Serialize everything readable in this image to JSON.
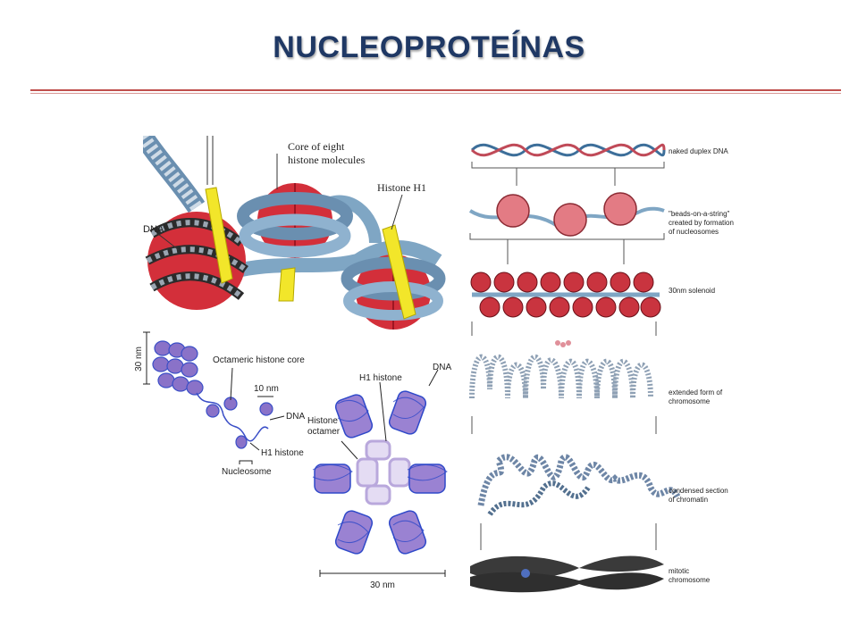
{
  "slide": {
    "title": "NUCLEOPROTEÍNAS"
  },
  "panel_nucleosome_3d": {
    "labels": {
      "core": [
        "Core of eight",
        "histone molecules"
      ],
      "histone_h1": "Histone H1",
      "dna": "DNA"
    }
  },
  "panel_fiber": {
    "labels": {
      "scale": "30 nm",
      "octameric_core": "Octameric histone core",
      "ten_nm": "10 nm",
      "dna": "DNA",
      "h1": "H1 histone",
      "nucleosome": "Nucleosome"
    }
  },
  "panel_rosette": {
    "labels": {
      "h1": "H1 histone",
      "dna": "DNA",
      "octamer": [
        "Histone",
        "octamer"
      ],
      "scale": "30 nm"
    }
  },
  "panel_levels": {
    "labels": {
      "naked": "naked duplex DNA",
      "beads": [
        "\"beads-on-a-string\"",
        "created by formation",
        "of nucleosomes"
      ],
      "solenoid": "30nm solenoid",
      "extended": [
        "extended form of",
        "chromosome"
      ],
      "condensed": [
        "condensed section",
        "of chromatin"
      ],
      "mitotic": [
        "mitotic",
        "chromosome"
      ]
    }
  },
  "colors": {
    "title": "#1f3864",
    "rule": "#c0504d",
    "histone_red": "#d32f3a",
    "dna_blue": "#7fa6c4",
    "h1_yellow": "#f2e62a",
    "fiber_purple": "#8a72c8",
    "chromatin_gray": "#7d8fa3"
  }
}
